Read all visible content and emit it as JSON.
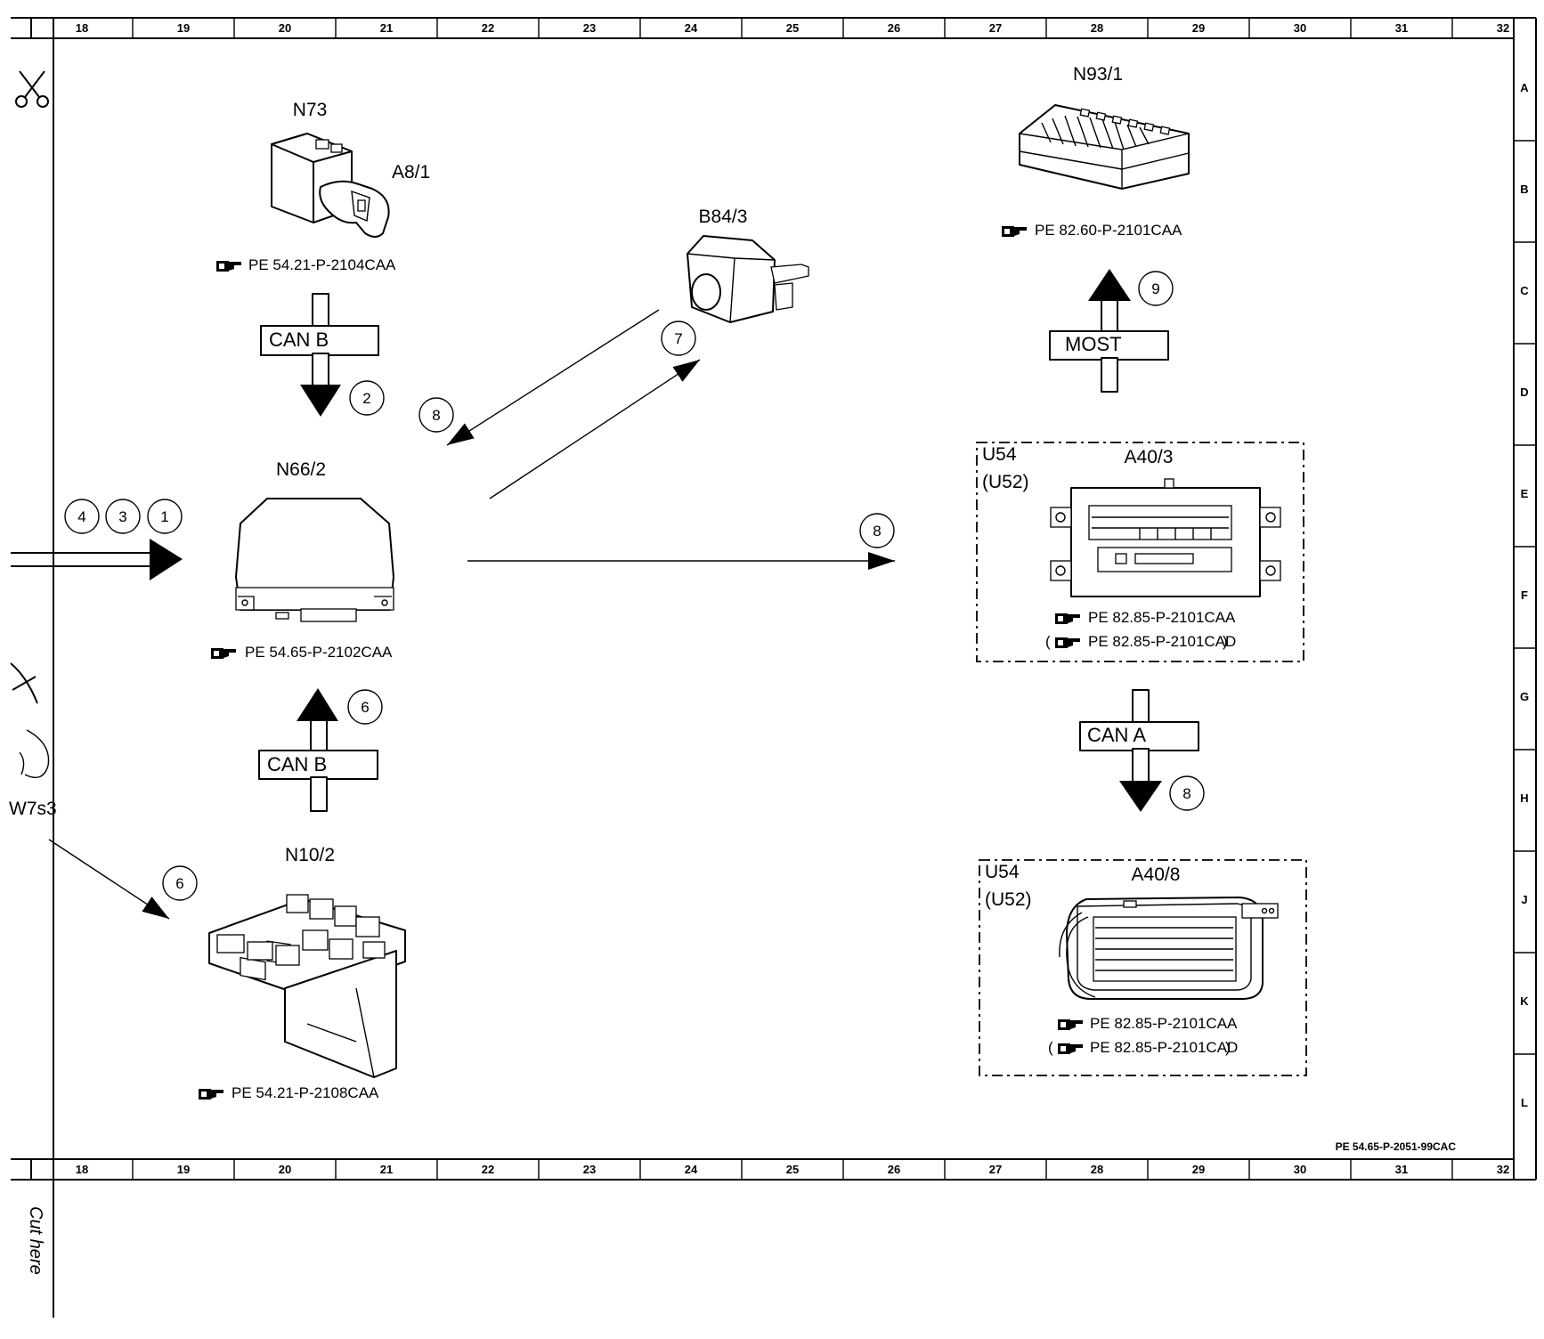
{
  "page": {
    "document_code": "PE 54.65-P-2051-99CAC",
    "cut_label": "Cut here",
    "side_label": "W7s3"
  },
  "rulers": {
    "columns": [
      "18",
      "19",
      "20",
      "21",
      "22",
      "23",
      "24",
      "25",
      "26",
      "27",
      "28",
      "29",
      "30",
      "31",
      "32"
    ],
    "rows": [
      "A",
      "B",
      "C",
      "D",
      "E",
      "F",
      "G",
      "H",
      "J",
      "K",
      "L"
    ]
  },
  "components": {
    "n73": {
      "label": "N73",
      "sub_label": "A8/1",
      "ref": "PE 54.21-P-2104CAA"
    },
    "b84_3": {
      "label": "B84/3"
    },
    "n93_1": {
      "label": "N93/1",
      "ref": "PE 82.60-P-2101CAA"
    },
    "n66_2": {
      "label": "N66/2",
      "ref": "PE 54.65-P-2102CAA"
    },
    "n10_2": {
      "label": "N10/2",
      "ref": "PE 54.21-P-2108CAA"
    },
    "a40_3": {
      "label": "A40/3",
      "group": "U54",
      "group_alt": "(U52)",
      "ref": "PE 82.85-P-2101CAA",
      "ref_alt": "PE 82.85-P-2101CAD"
    },
    "a40_8": {
      "label": "A40/8",
      "group": "U54",
      "group_alt": "(U52)",
      "ref": "PE 82.85-P-2101CAA",
      "ref_alt": "PE 82.85-P-2101CAD"
    }
  },
  "buses": {
    "can_b_top": "CAN B",
    "can_b_bottom": "CAN B",
    "most": "MOST",
    "can_a": "CAN A"
  },
  "steps": {
    "s1": "1",
    "s2": "2",
    "s3": "3",
    "s4": "4",
    "s6a": "6",
    "s6b": "6",
    "s7": "7",
    "s8a": "8",
    "s8b": "8",
    "s8c": "8",
    "s9": "9"
  },
  "ref_icon": "pointing-hand-icon"
}
